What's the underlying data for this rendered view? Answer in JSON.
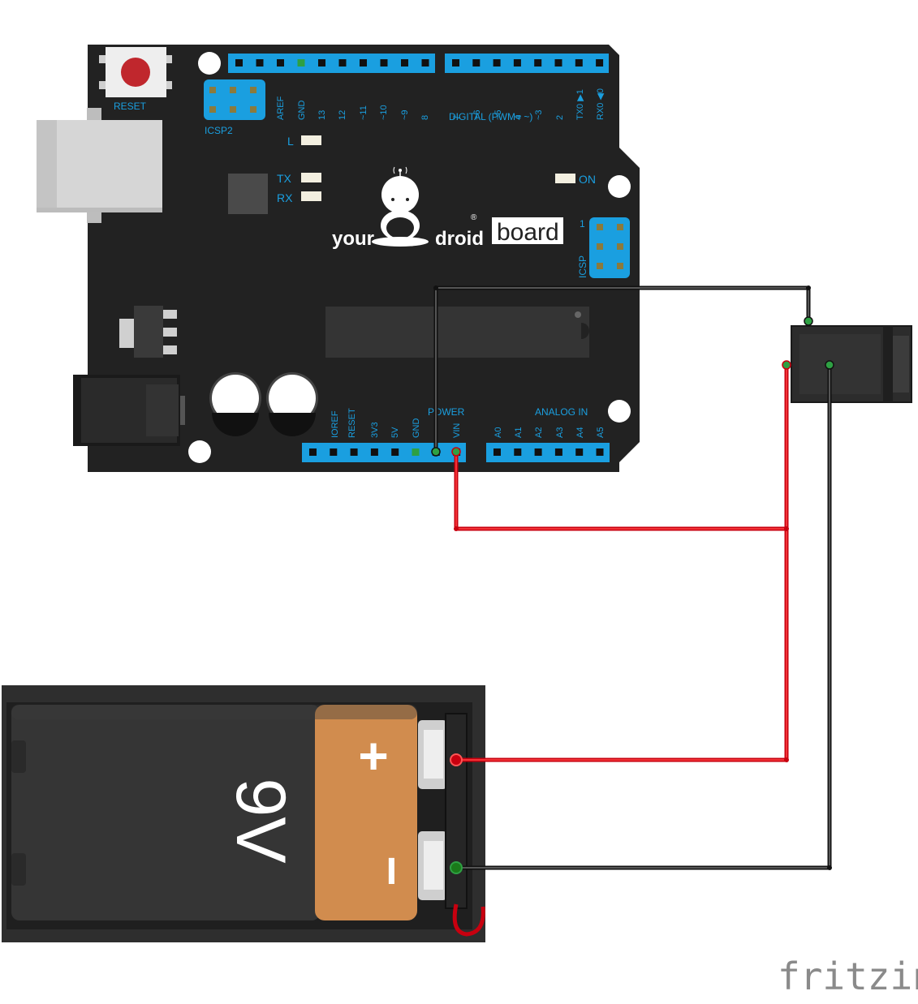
{
  "board": {
    "logo_left": "your",
    "logo_right": "droid",
    "registered": "®",
    "board_label": "board",
    "reset": "RESET",
    "icsp2": "ICSP2",
    "icsp": "ICSP",
    "icsp_pin1": "1",
    "led_l": "L",
    "led_tx": "TX",
    "led_rx": "RX",
    "led_on": "ON",
    "digital_title": "DIGITAL (PWM= ~)",
    "top_pins": [
      "AREF",
      "GND",
      "13",
      "12",
      "~11",
      "~10",
      "~9",
      "8",
      "7",
      "~6",
      "~5",
      "4",
      "~3",
      "2",
      "TX0 ▶1",
      "RX0 ◀0"
    ],
    "power_title": "POWER",
    "analog_title": "ANALOG  IN",
    "power_pins": [
      "IOREF",
      "RESET",
      "3V3",
      "5V",
      "GND",
      "VIN"
    ],
    "analog_pins": [
      "A0",
      "A1",
      "A2",
      "A3",
      "A4",
      "A5"
    ]
  },
  "battery": {
    "label": "9V",
    "plus": "+",
    "minus": "−"
  },
  "watermark": "fritzing",
  "colors": {
    "board": "#222222",
    "header": "#1a9fe0",
    "wire_red": "#c8000f",
    "wire_black": "#111111",
    "battery_body": "#333333",
    "battery_cap": "#d18c4e"
  }
}
